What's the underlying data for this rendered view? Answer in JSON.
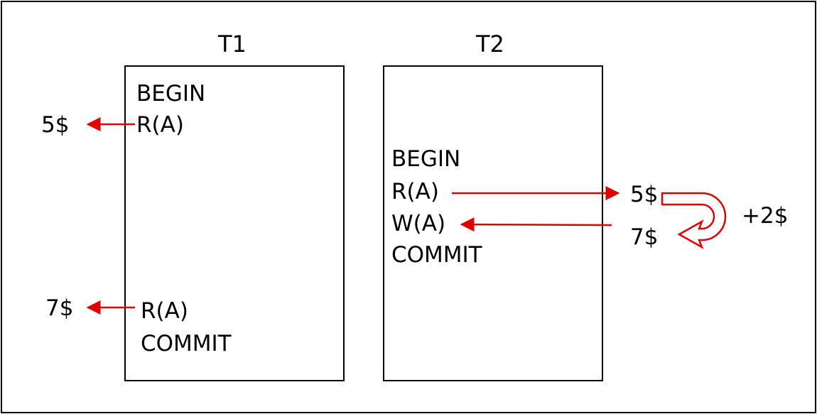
{
  "colors": {
    "accent": "#e00000",
    "stroke": "#000000",
    "background": "#ffffff"
  },
  "t1": {
    "title": "T1",
    "begin": "BEGIN",
    "read_first": "R(A)",
    "read_second": "R(A)",
    "commit": "COMMIT"
  },
  "t2": {
    "title": "T2",
    "begin": "BEGIN",
    "read": "R(A)",
    "write": "W(A)",
    "commit": "COMMIT"
  },
  "values": {
    "t1_first_read": "5$",
    "t1_second_read": "7$",
    "t2_read": "5$",
    "t2_write": "7$",
    "increment": "+2$"
  }
}
